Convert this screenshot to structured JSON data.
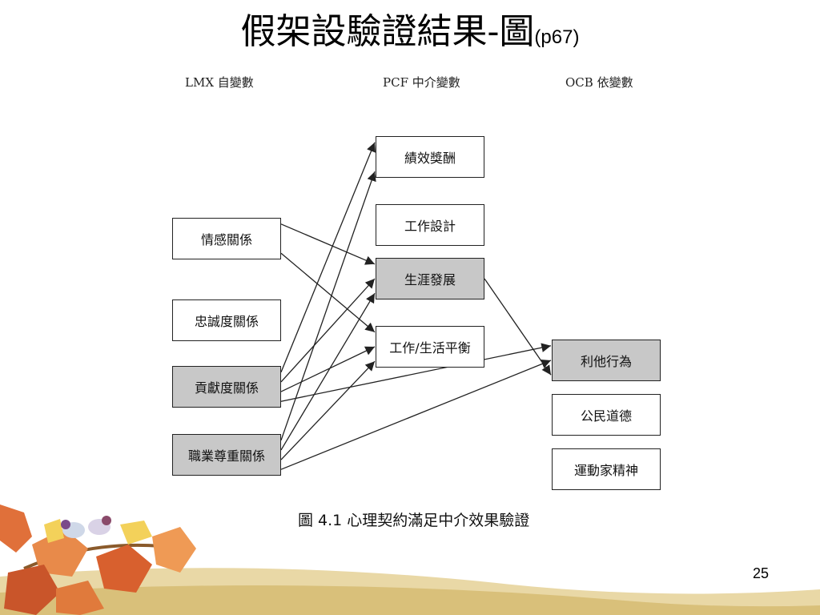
{
  "title": {
    "main": "假架設驗證結果-圖",
    "suffix": "(p67)"
  },
  "columns": {
    "lmx": "LMX 自變數",
    "pcf": "PCF 中介變數",
    "ocb": "OCB 依變數"
  },
  "nodes": {
    "lmx_affect": "情感關係",
    "lmx_loyalty": "忠誠度關係",
    "lmx_contribution": "貢獻度關係",
    "lmx_respect": "職業尊重關係",
    "pcf_reward": "績效獎酬",
    "pcf_design": "工作設計",
    "pcf_career": "生涯發展",
    "pcf_balance": "工作/生活平衡",
    "ocb_altruism": "利他行為",
    "ocb_civic": "公民道德",
    "ocb_sport": "運動家精神"
  },
  "highlighted": [
    "lmx_contribution",
    "lmx_respect",
    "pcf_career",
    "ocb_altruism"
  ],
  "edges": [
    [
      "lmx_affect",
      "pcf_career"
    ],
    [
      "lmx_affect",
      "pcf_balance"
    ],
    [
      "lmx_contribution",
      "pcf_reward"
    ],
    [
      "lmx_contribution",
      "pcf_career"
    ],
    [
      "lmx_contribution",
      "pcf_balance"
    ],
    [
      "lmx_contribution",
      "ocb_altruism"
    ],
    [
      "lmx_respect",
      "pcf_reward"
    ],
    [
      "lmx_respect",
      "pcf_career"
    ],
    [
      "lmx_respect",
      "pcf_balance"
    ],
    [
      "lmx_respect",
      "ocb_altruism"
    ],
    [
      "pcf_career",
      "ocb_altruism"
    ]
  ],
  "caption": "圖 4.1  心理契約滿足中介效果驗證",
  "page_number": "25",
  "colors": {
    "highlight_fill": "#c8c8c8",
    "border": "#222222"
  }
}
